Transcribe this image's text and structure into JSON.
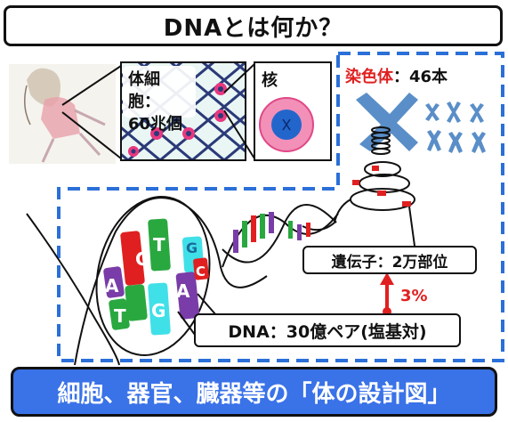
{
  "title": "DNAとは何か？",
  "body_cells": {
    "line1": "体細胞：",
    "line2": "60兆個"
  },
  "nucleus": {
    "label": "核"
  },
  "chromosome": {
    "label_colored": "染色体",
    "label_count": "：46本"
  },
  "gene": {
    "label": "遺伝子：2万部位",
    "percent": "3%"
  },
  "dna": {
    "label": "DNA：30億ペア(塩基対)",
    "bases": [
      "C",
      "T",
      "G",
      "A",
      "C",
      "A",
      "T",
      "G"
    ]
  },
  "footer": {
    "text": "細胞、器官、臓器等の「体の設計図」"
  },
  "colors": {
    "footer_blue": "#3a72e8",
    "dashed_blue": "#2b6fd8",
    "red": "#e02020",
    "green": "#2aa840",
    "purple": "#7a3ca8",
    "cyan": "#40e0e8",
    "chromosome_blue": "#5a8ec8"
  }
}
